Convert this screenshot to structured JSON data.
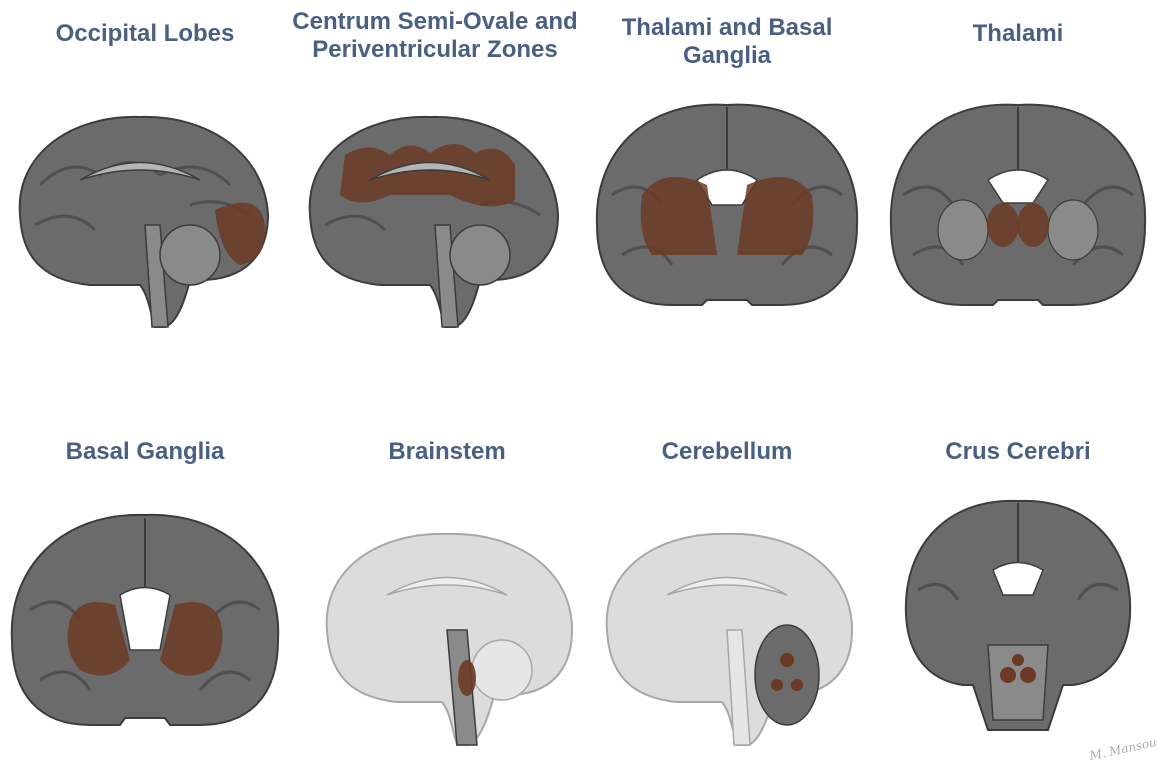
{
  "panels": [
    {
      "title": "Occipital Lobes",
      "view": "sagittal",
      "region": "occipital-lobes"
    },
    {
      "title": "Centrum Semi-Ovale and Periventricular Zones",
      "view": "sagittal",
      "region": "centrum-semiovale"
    },
    {
      "title": "Thalami and Basal Ganglia",
      "view": "coronal",
      "region": "thalami-basal-ganglia"
    },
    {
      "title": "Thalami",
      "view": "coronal",
      "region": "thalami"
    },
    {
      "title": "Basal Ganglia",
      "view": "coronal",
      "region": "basal-ganglia"
    },
    {
      "title": "Brainstem",
      "view": "sagittal-faded",
      "region": "brainstem"
    },
    {
      "title": "Cerebellum",
      "view": "sagittal-faded",
      "region": "cerebellum"
    },
    {
      "title": "Crus Cerebri",
      "view": "coronal-low",
      "region": "crus-cerebri"
    }
  ],
  "colors": {
    "title": "#4a6082",
    "brain_dark": "#6b6b6b",
    "brain_mid": "#8a8a8a",
    "brain_light": "#b5b5b5",
    "faded": "#dcdcdc",
    "highlight": "#6b3a26"
  },
  "signature": "M. Mansou"
}
